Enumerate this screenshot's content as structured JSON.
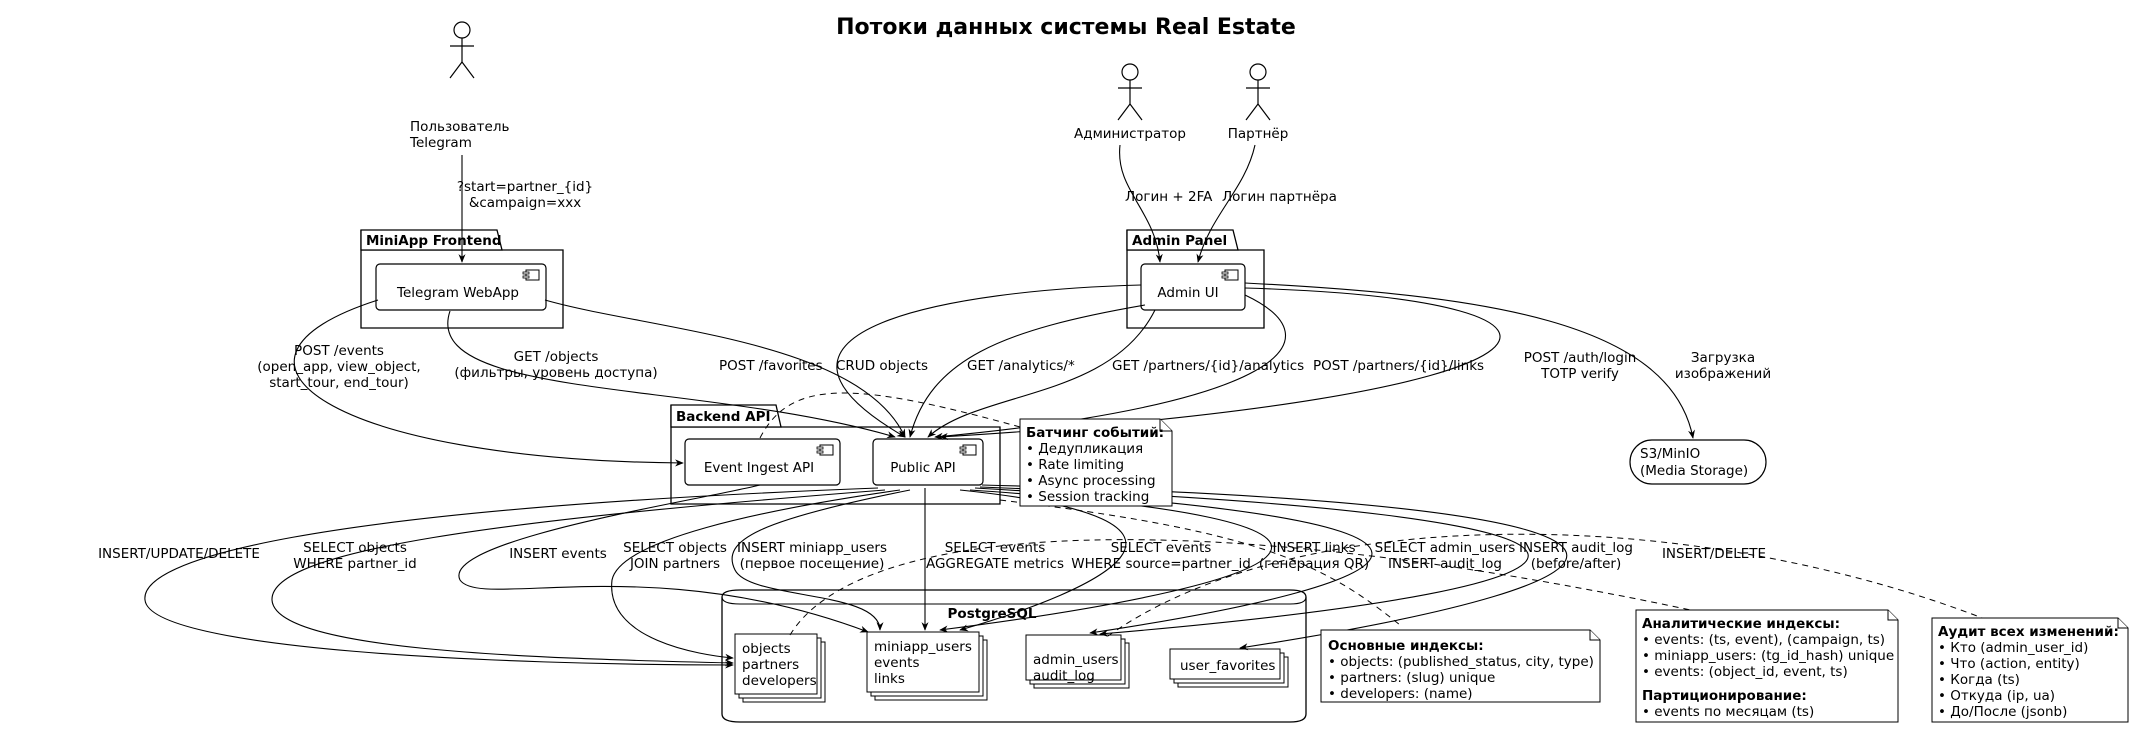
{
  "title": "Потоки данных системы Real Estate",
  "actors": {
    "user_line1": "Пользователь",
    "user_line2": "Telegram",
    "admin": "Администратор",
    "partner": "Партнёр"
  },
  "packages": {
    "miniapp": "MiniApp Frontend",
    "admin_panel": "Admin Panel",
    "backend": "Backend API",
    "postgres": "PostgreSQL"
  },
  "components": {
    "telegram_webapp": "Telegram WebApp",
    "admin_ui": "Admin UI",
    "event_ingest": "Event Ingest API",
    "public_api": "Public API"
  },
  "storage": {
    "s3_line1": "S3/MinIO",
    "s3_line2": "(Media Storage)"
  },
  "tables": {
    "group1": [
      "objects",
      "partners",
      "developers"
    ],
    "group2": [
      "miniapp_users",
      "events",
      "links"
    ],
    "group3": [
      "admin_users",
      "audit_log"
    ],
    "group4": [
      "user_favorites"
    ]
  },
  "edge_labels": {
    "start": [
      "?start=partner_{id}",
      "&campaign=xxx"
    ],
    "admin_login": "Логин + 2FA",
    "partner_login": "Логин партнёра",
    "post_events": [
      "POST /events",
      "(open_app, view_object,",
      "start_tour, end_tour)"
    ],
    "get_objects": [
      "GET /objects",
      "(фильтры, уровень доступа)"
    ],
    "post_favorites": "POST /favorites",
    "crud_objects": "CRUD objects",
    "get_analytics": "GET /analytics/*",
    "get_partner_analytics": "GET /partners/{id}/analytics",
    "post_partner_links": "POST /partners/{id}/links",
    "post_auth": [
      "POST /auth/login",
      "TOTP verify"
    ],
    "upload": [
      "Загрузка",
      "изображений"
    ],
    "insert_update_delete": "INSERT/UPDATE/DELETE",
    "select_partner": [
      "SELECT objects",
      "WHERE partner_id"
    ],
    "insert_events": "INSERT events",
    "select_join": [
      "SELECT objects",
      "JOIN partners"
    ],
    "insert_miniapp_users": [
      "INSERT miniapp_users",
      "(первое посещение)"
    ],
    "select_events_agg": [
      "SELECT events",
      "AGGREGATE metrics"
    ],
    "select_events_source": [
      "SELECT events",
      "WHERE source=partner_id"
    ],
    "insert_links": [
      "INSERT links",
      "(генерация QR)"
    ],
    "select_admin": [
      "SELECT admin_users",
      "INSERT audit_log"
    ],
    "insert_audit": [
      "INSERT audit_log",
      "(before/after)"
    ],
    "insert_delete": "INSERT/DELETE"
  },
  "notes": {
    "batching": {
      "title": "Батчинг событий:",
      "items": [
        "• Дедупликация",
        "• Rate limiting",
        "• Async processing",
        "• Session tracking"
      ]
    },
    "main_indexes": {
      "title": "Основные индексы:",
      "items": [
        "• objects: (published_status, city, type)",
        "• partners: (slug) unique",
        "• developers: (name)"
      ]
    },
    "analytic_indexes": {
      "title": "Аналитические индексы:",
      "items": [
        "• events: (ts, event), (campaign, ts)",
        "• miniapp_users: (tg_id_hash) unique",
        "• events: (object_id, event, ts)"
      ],
      "title2": "Партиционирование:",
      "items2": [
        "• events по месяцам (ts)"
      ]
    },
    "audit": {
      "title": "Аудит всех изменений:",
      "items": [
        "• Кто (admin_user_id)",
        "• Что (action, entity)",
        "• Когда (ts)",
        "• Откуда (ip, ua)",
        "• До/После (jsonb)"
      ]
    }
  }
}
